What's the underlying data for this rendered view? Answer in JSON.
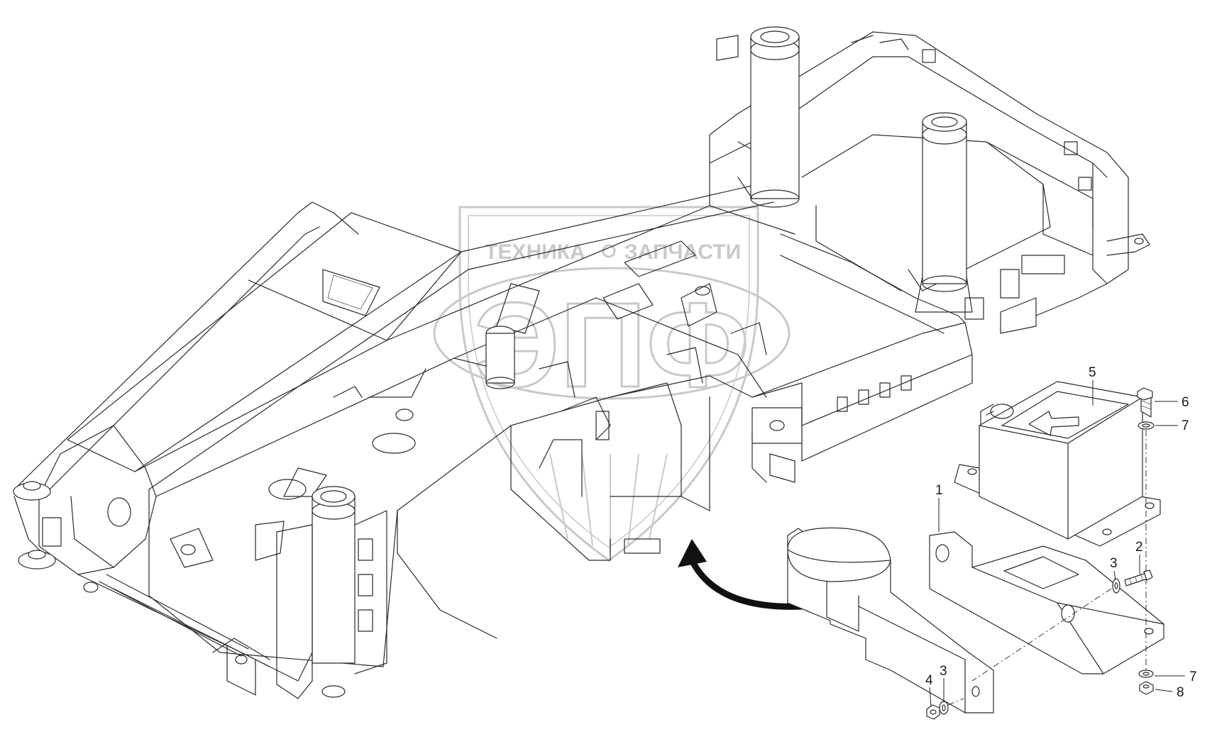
{
  "watermark": {
    "top_text": "ТЕХНИКА",
    "top_text_right": "ЗАПЧАСТИ",
    "logo_text": "ЭПФ",
    "color": "#c9c9c9"
  },
  "callouts": [
    {
      "id": "c1",
      "label": "1"
    },
    {
      "id": "c2",
      "label": "2"
    },
    {
      "id": "c3a",
      "label": "3"
    },
    {
      "id": "c3b",
      "label": "3"
    },
    {
      "id": "c4",
      "label": "4"
    },
    {
      "id": "c5",
      "label": "5"
    },
    {
      "id": "c6",
      "label": "6"
    },
    {
      "id": "c7a",
      "label": "7"
    },
    {
      "id": "c7b",
      "label": "7"
    },
    {
      "id": "c8",
      "label": "8"
    }
  ]
}
